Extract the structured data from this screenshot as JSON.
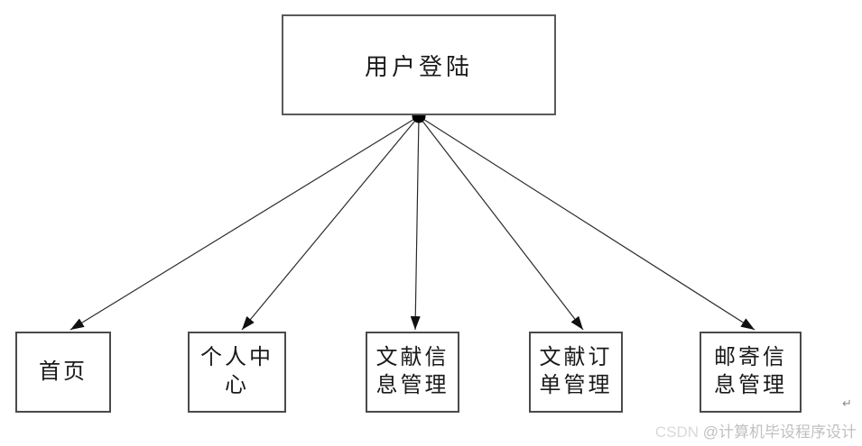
{
  "diagram": {
    "type": "use-case-tree",
    "root_node": "用户登陆",
    "nodes": [
      "首页",
      "个人中心",
      "文献信息管理",
      "文献订单管理",
      "邮寄信息管理"
    ],
    "edges": [
      {
        "from": "用户登陆",
        "to": "首页"
      },
      {
        "from": "用户登陆",
        "to": "个人中心"
      },
      {
        "from": "用户登陆",
        "to": "文献信息管理"
      },
      {
        "from": "用户登陆",
        "to": "文献订单管理"
      },
      {
        "from": "用户登陆",
        "to": "邮寄信息管理"
      }
    ],
    "colors": {
      "line": "#2b2b2b",
      "box_border": "#4a4a4a",
      "junction_dot": "#000000",
      "background": "#ffffff"
    }
  },
  "watermark": {
    "brand": "CSDN ",
    "author": "@计算机毕设程序设计"
  },
  "paragraph_mark": "↵"
}
